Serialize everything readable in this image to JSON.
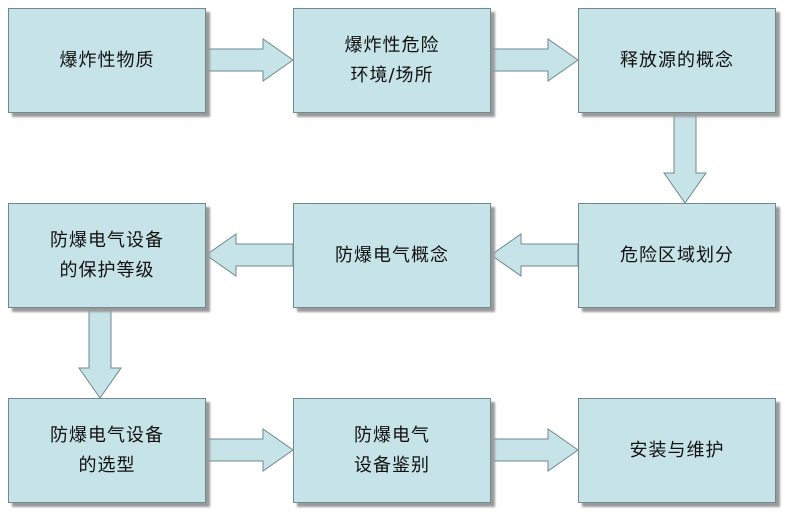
{
  "colors": {
    "box_fill": "#c6e3e7",
    "box_border": "#6f8a90",
    "arrow_fill": "#c6e3e7",
    "arrow_stroke": "#6f8a90"
  },
  "nodes": [
    {
      "id": "n1",
      "label": "爆炸性物质"
    },
    {
      "id": "n2",
      "label": "爆炸性危险\n环境/场所"
    },
    {
      "id": "n3",
      "label": "释放源的概念"
    },
    {
      "id": "n4",
      "label": "危险区域划分"
    },
    {
      "id": "n5",
      "label": "防爆电气概念"
    },
    {
      "id": "n6",
      "label": "防爆电气设备\n的保护等级"
    },
    {
      "id": "n7",
      "label": "防爆电气设备\n的选型"
    },
    {
      "id": "n8",
      "label": "防爆电气\n设备鉴别"
    },
    {
      "id": "n9",
      "label": "安装与维护"
    }
  ],
  "edges": [
    {
      "from": "n1",
      "to": "n2"
    },
    {
      "from": "n2",
      "to": "n3"
    },
    {
      "from": "n3",
      "to": "n4"
    },
    {
      "from": "n4",
      "to": "n5"
    },
    {
      "from": "n5",
      "to": "n6"
    },
    {
      "from": "n6",
      "to": "n7"
    },
    {
      "from": "n7",
      "to": "n8"
    },
    {
      "from": "n8",
      "to": "n9"
    }
  ]
}
